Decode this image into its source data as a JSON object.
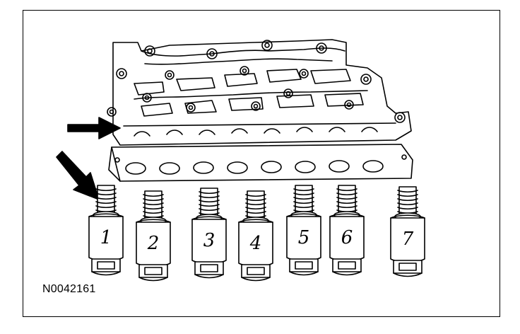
{
  "figure": {
    "id_label": "N0042161",
    "border_color": "#000000",
    "line_color": "#000000",
    "background": "#ffffff"
  },
  "arrows": [
    {
      "icon": "arrow-right-icon"
    },
    {
      "icon": "arrow-down-right-icon"
    }
  ],
  "solenoids": [
    {
      "number": "1"
    },
    {
      "number": "2"
    },
    {
      "number": "3"
    },
    {
      "number": "4"
    },
    {
      "number": "5"
    },
    {
      "number": "6"
    },
    {
      "number": "7"
    }
  ]
}
